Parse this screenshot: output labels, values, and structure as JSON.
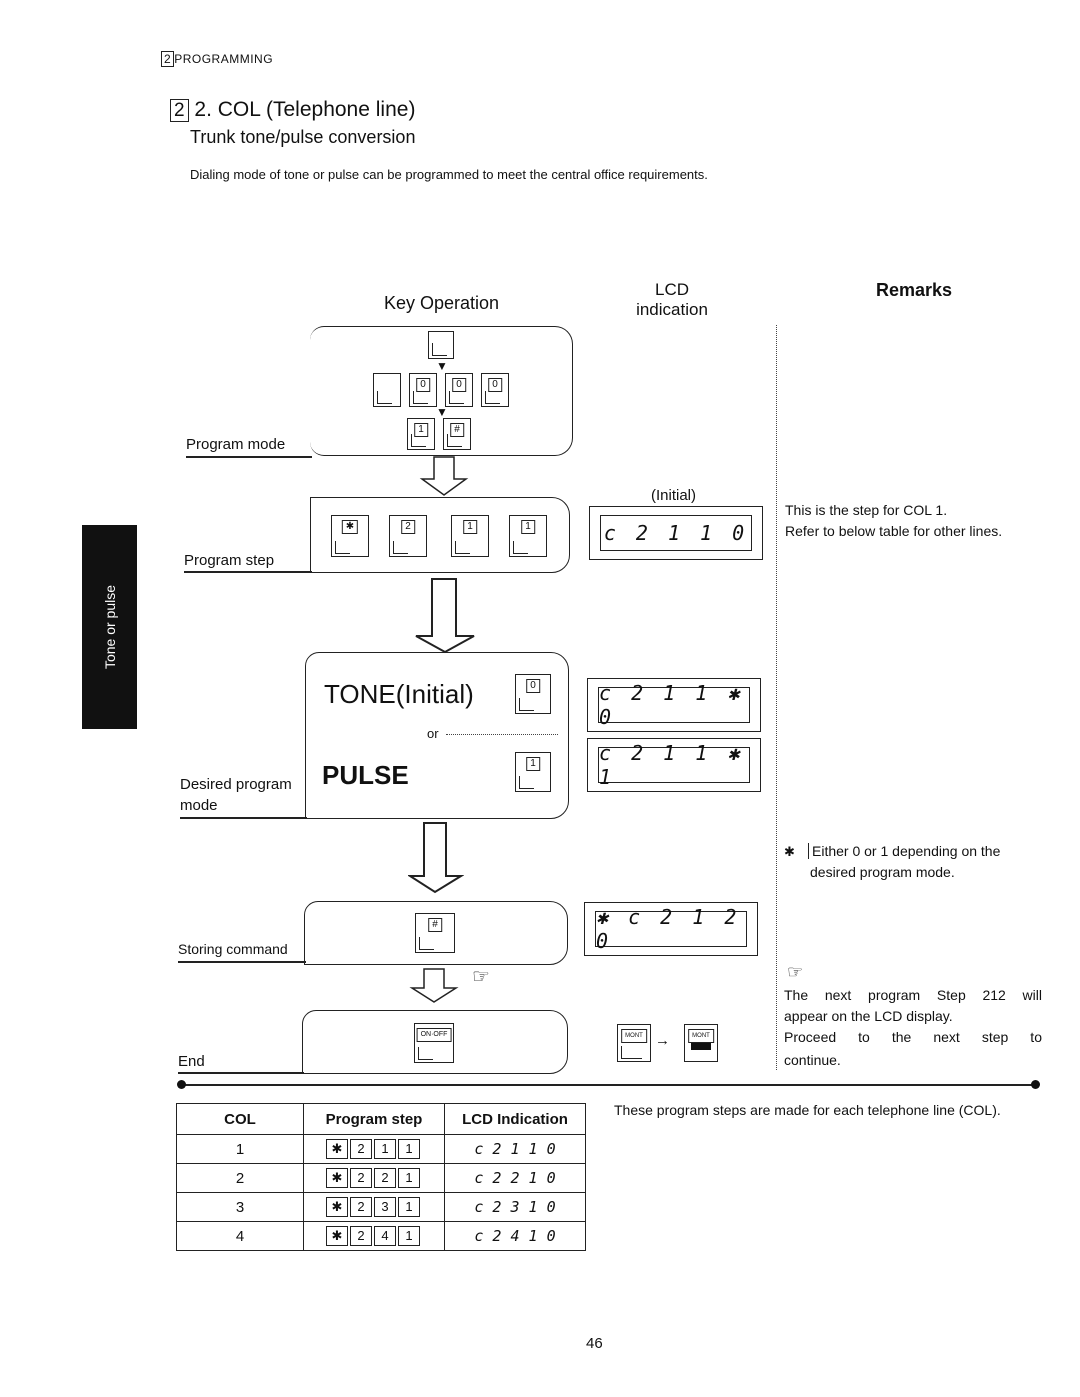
{
  "header": {
    "section_box": "2",
    "section": "PROGRAMMING"
  },
  "title": {
    "box": "2",
    "text": "2. COL (Telephone line)"
  },
  "subtitle": "Trunk tone/pulse conversion",
  "intro": "Dialing mode of tone or pulse can be programmed to meet the central office requirements.",
  "side_tab": "Tone or pulse",
  "columns": {
    "key_operation": "Key Operation",
    "lcd_line1": "LCD",
    "lcd_line2": "indication",
    "remarks": "Remarks"
  },
  "steps": {
    "program_mode": "Program mode",
    "program_step": "Program step",
    "desired_line1": "Desired program",
    "desired_line2": "mode",
    "storing": "Storing command",
    "end": "End"
  },
  "keys": {
    "on_off": "ON·OFF",
    "star": "✱",
    "zero": "0",
    "one": "1",
    "two": "2",
    "hash": "#",
    "mont": "MONT"
  },
  "options": {
    "tone": "TONE(Initial)",
    "or": "or",
    "pulse": "PULSE"
  },
  "lcd": {
    "initial_label": "(Initial)",
    "step_display": "c 2 1 1  0",
    "tone_display": "c 2 1 1  ✱  0",
    "pulse_display": "c 2 1 1  ✱  1",
    "store_display": "✱  c 2 1 2  0"
  },
  "remarks": {
    "step_line1": "This is the step for COL 1.",
    "step_line2": "Refer to below table for other lines.",
    "note_mark": "✱",
    "note_line1": "Either 0 or 1 depending on the",
    "note_line2": "desired program mode.",
    "next_line1": "The next program Step 212 will",
    "next_line2": "appear on the LCD display.",
    "next_line3": "Proceed to the next step to",
    "next_line4": "continue.",
    "table_note": "These program steps are made for each telephone line (COL)."
  },
  "table": {
    "headers": [
      "COL",
      "Program step",
      "LCD Indication"
    ],
    "rows": [
      {
        "col": "1",
        "keys": [
          "✱",
          "2",
          "1",
          "1"
        ],
        "lcd": "c 2 1 1  0"
      },
      {
        "col": "2",
        "keys": [
          "✱",
          "2",
          "2",
          "1"
        ],
        "lcd": "c 2 2 1  0"
      },
      {
        "col": "3",
        "keys": [
          "✱",
          "2",
          "3",
          "1"
        ],
        "lcd": "c 2 3 1  0"
      },
      {
        "col": "4",
        "keys": [
          "✱",
          "2",
          "4",
          "1"
        ],
        "lcd": "c 2 4 1  0"
      }
    ]
  },
  "page_number": "46"
}
